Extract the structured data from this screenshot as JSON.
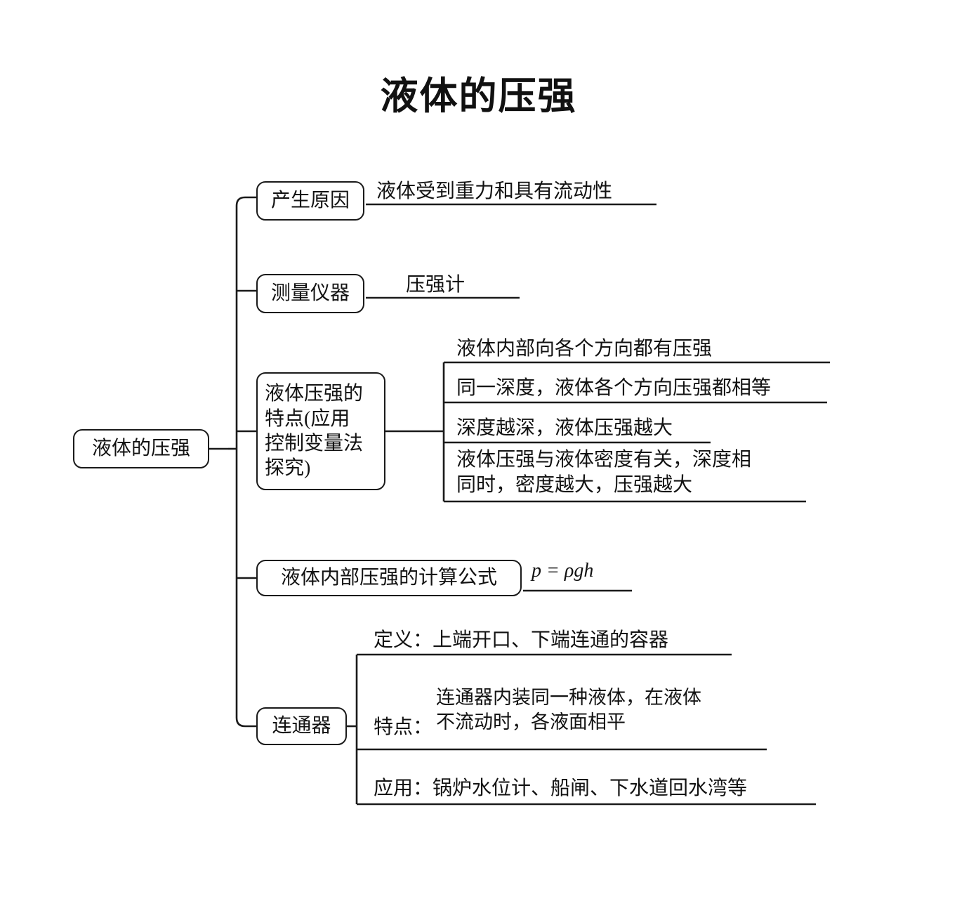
{
  "title": "液体的压强",
  "root": {
    "label": "液体的压强"
  },
  "branches": [
    {
      "id": "cause",
      "label": "产生原因",
      "leaves": [
        {
          "text": "液体受到重力和具有流动性"
        }
      ]
    },
    {
      "id": "instrument",
      "label": "测量仪器",
      "leaves": [
        {
          "text": "压强计"
        }
      ]
    },
    {
      "id": "features",
      "label": "液体压强的\n特点(应用\n控制变量法\n探究)",
      "leaves": [
        {
          "text": "液体内部向各个方向都有压强"
        },
        {
          "text": "同一深度，液体各个方向压强都相等"
        },
        {
          "text": "深度越深，液体压强越大"
        },
        {
          "text": "液体压强与液体密度有关，深度相\n同时，密度越大，压强越大"
        }
      ]
    },
    {
      "id": "formula",
      "label": "液体内部压强的计算公式",
      "formula": "p = ρgh",
      "leaves": []
    },
    {
      "id": "connected-vessel",
      "label": "连通器",
      "leaves": [
        {
          "text": "定义：上端开口、下端连通的容器"
        },
        {
          "prefix": "特点：",
          "text": "连通器内装同一种液体，在液体\n不流动时，各液面相平"
        },
        {
          "text": "应用：锅炉水位计、船闸、下水道回水湾等"
        }
      ]
    }
  ],
  "colors": {
    "ink": "#121212",
    "line": "#1a1a1a",
    "background": "#ffffff"
  }
}
